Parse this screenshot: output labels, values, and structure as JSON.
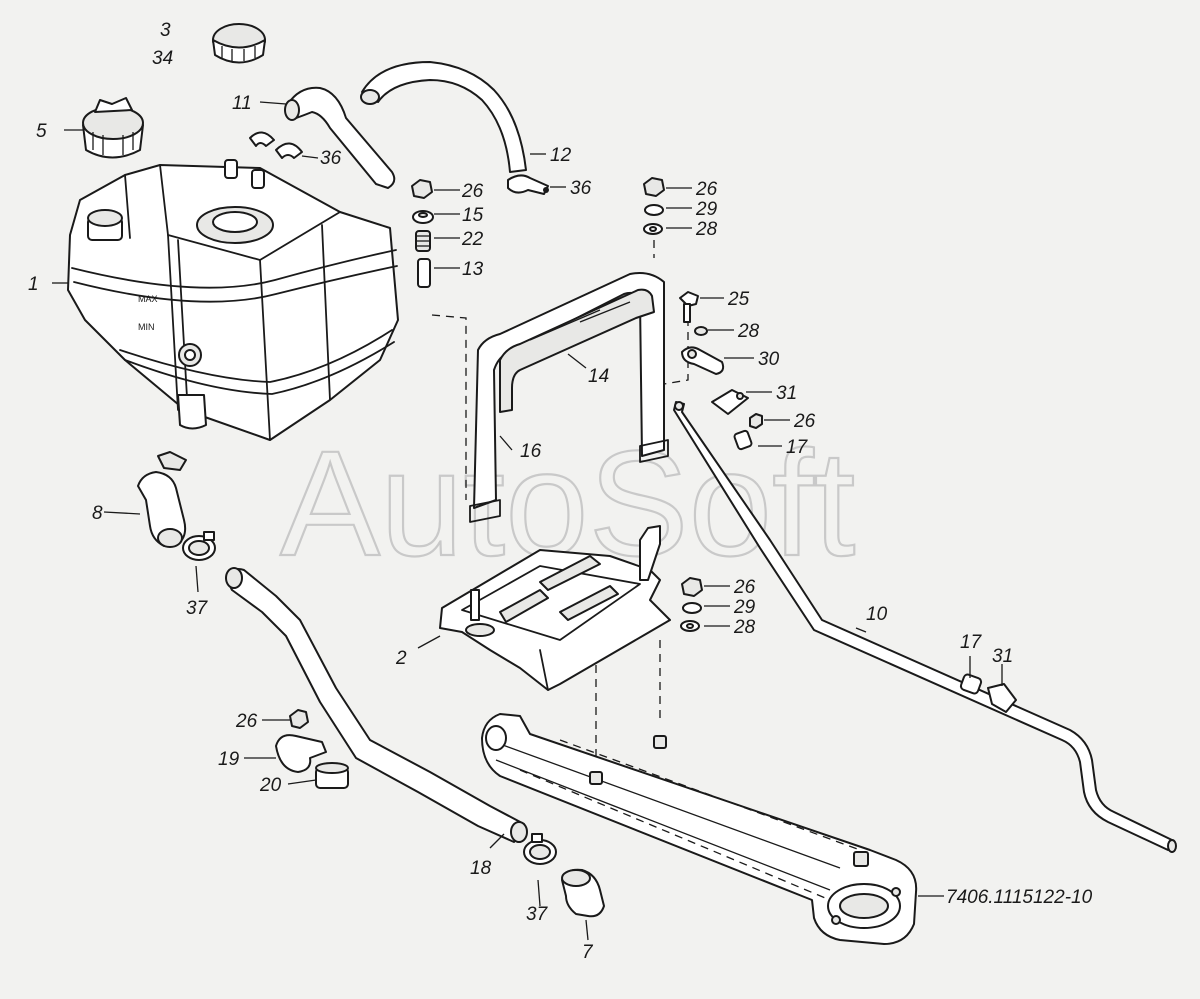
{
  "watermark": "AutoSoft",
  "callouts": {
    "c1": "1",
    "c2": "2",
    "c3": "3",
    "c34": "34",
    "c5": "5",
    "c7": "7",
    "c8": "8",
    "c10": "10",
    "c11": "11",
    "c12": "12",
    "c13": "13",
    "c14": "14",
    "c15": "15",
    "c16": "16",
    "c17a": "17",
    "c17b": "17",
    "c18": "18",
    "c19": "19",
    "c20": "20",
    "c22": "22",
    "c25": "25",
    "c26a": "26",
    "c26b": "26",
    "c26c": "26",
    "c26d": "26",
    "c26e": "26",
    "c28a": "28",
    "c28b": "28",
    "c28c": "28",
    "c29a": "29",
    "c29b": "29",
    "c30": "30",
    "c31a": "31",
    "c31b": "31",
    "c36a": "36",
    "c36b": "36",
    "c37a": "37",
    "c37b": "37",
    "c_pipe": "7406.1115122-10"
  },
  "tank_marks": {
    "max": "MAX",
    "min": "MIN"
  }
}
